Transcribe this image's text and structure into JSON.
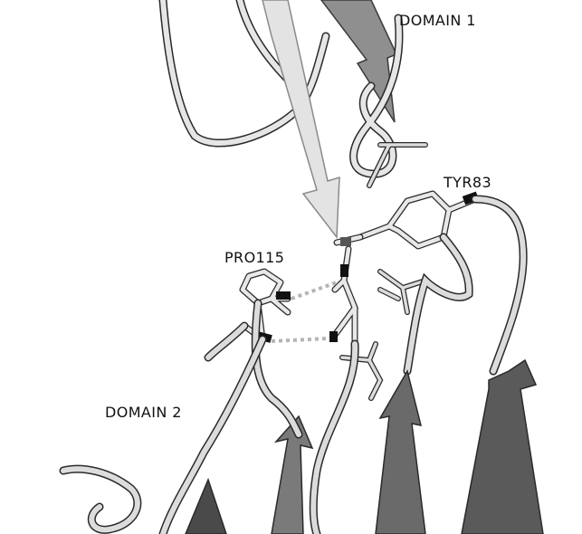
{
  "figure": {
    "labels": {
      "domain1": "DOMAIN 1",
      "tyr83": "TYR83",
      "pro115": "PRO115",
      "domain2": "DOMAIN 2"
    },
    "colors": {
      "background": "#ffffff",
      "ribbon_light": "#d9d9d9",
      "ribbon_mid": "#9a9a9a",
      "ribbon_dark": "#4d4d4d",
      "outline": "#2a2a2a",
      "atom_dark": "#111111",
      "hbond": "#b5b5b5"
    }
  }
}
